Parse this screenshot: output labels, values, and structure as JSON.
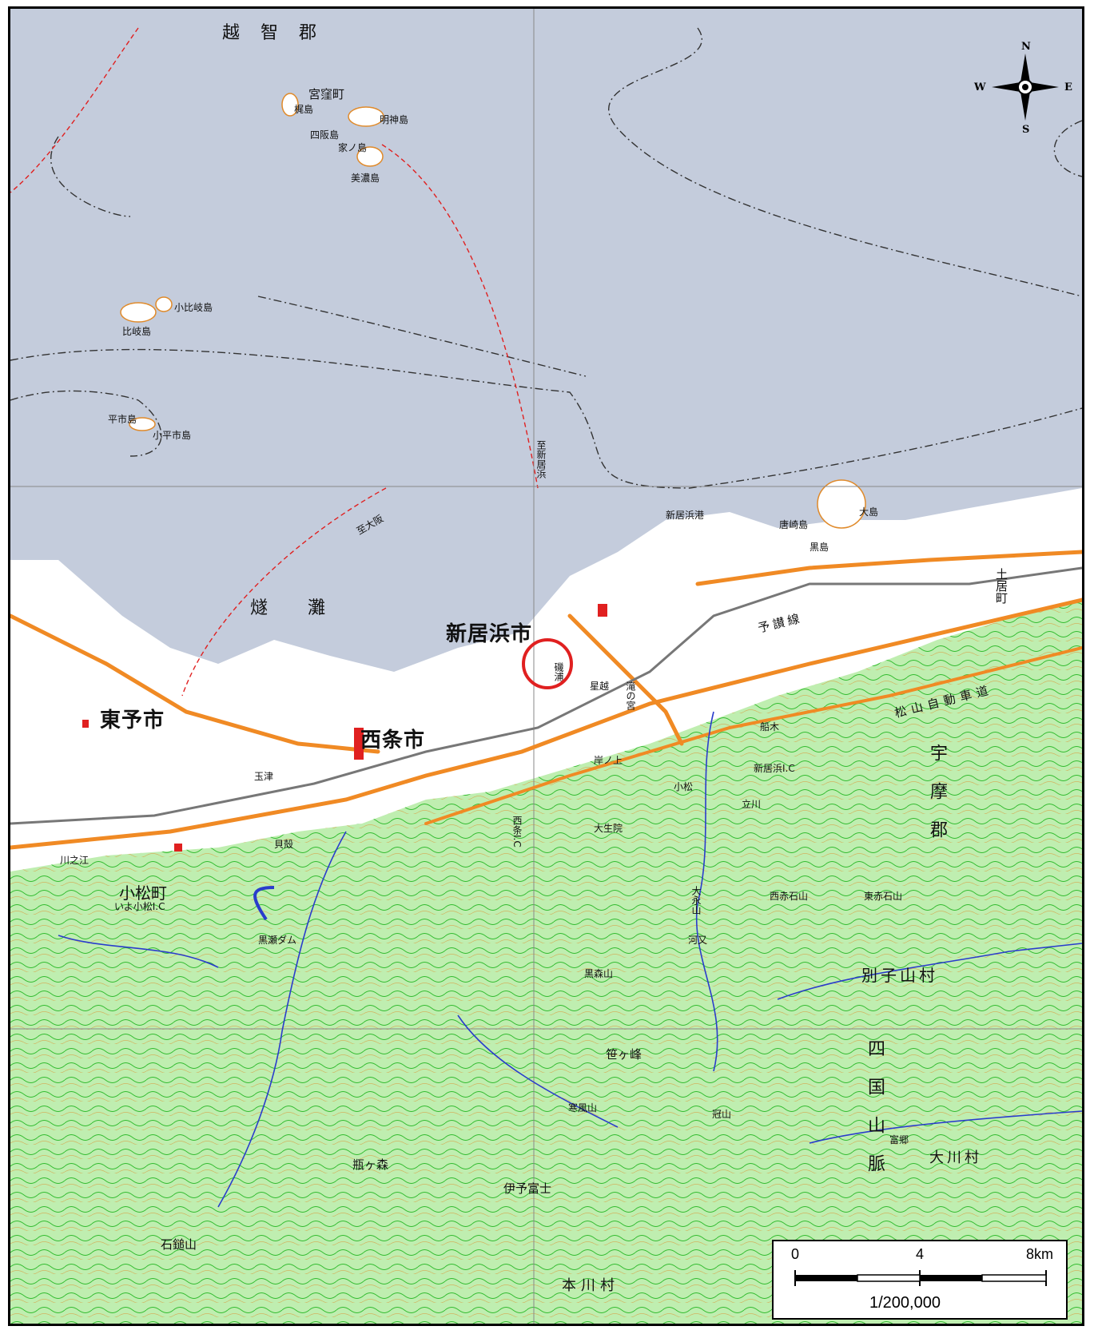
{
  "map": {
    "colors": {
      "sea": "#c4ccdc",
      "land": "#ffffff",
      "mountain": "#bfeeb0",
      "contour": "#19b319",
      "road": "#f08a24",
      "river": "#2a3ccc",
      "railway": "#777777",
      "route": "#e02020",
      "marker": "#e02020"
    },
    "regions": {
      "ochi_gun": "越　智　郡",
      "hiuchi_nada": "燧　　灘",
      "uma_gun": "宇　摩　郡",
      "shikoku_sanmyaku": "四　国　山　脈"
    },
    "cities": {
      "niihama_shi": "新居浜市",
      "saijo_shi": "西条市",
      "toyo_shi": "東予市",
      "komatsu_cho": "小松町",
      "besshiyama_mura": "別子山村",
      "okawa_mura": "大川村",
      "honkawa_mura": "本川村",
      "miyakubo_cho": "宮窪町",
      "doi_cho": "土居町"
    },
    "islands": {
      "shisaka": "四阪島",
      "ieshima": "家ノ島",
      "myojin": "明神島",
      "kaji": "梶島",
      "mino": "美濃島",
      "hirauchi": "比岐島",
      "ko_hiki": "小比岐島",
      "hirai": "平市島",
      "ko_hirai": "小平市島",
      "oshima": "大島",
      "karamuri": "唐崎島",
      "kuro": "黒島"
    },
    "places": {
      "niihama_port": "新居浜港",
      "route_niihama": "至新居浜",
      "route_osaka": "至大阪",
      "ishizuchi": "石鎚山",
      "kamegamori": "瓶ヶ森",
      "iyo_fuji": "伊予富士",
      "higashi_akaishi": "東赤石山",
      "nishi_akaishi": "西赤石山",
      "kanpuzan": "寒風山",
      "sasagamine": "笹ヶ峰",
      "kanmuriyama": "冠山",
      "ohirayama": "大永山",
      "kurosegawa": "黒瀬ダム",
      "hoshigoe": "星越",
      "isoura": "磯浦",
      "funaki": "船木",
      "kawanoe": "川之江",
      "tachikawa": "立川",
      "saijo_ic": "西条I.C",
      "niihama_ic": "新居浜I.C",
      "iyo_komatsu_ic": "いよ小松I.C",
      "matsuyama_expwy": "松山自動車道",
      "yosan_line": "予讃線",
      "kurosemori": "黒森山",
      "tomisato": "富郷",
      "kawamata": "河又",
      "takimiya": "滝の宮",
      "tamatsu": "玉津",
      "kodomari": "小松",
      "ojoin": "大生院",
      "kishi": "岸ノ上",
      "kaigara": "貝殻"
    },
    "compass": {
      "n": "N",
      "s": "S",
      "e": "E",
      "w": "W"
    },
    "scale": {
      "ticks": [
        "0",
        "4",
        "8km"
      ],
      "ratio": "1/200,000"
    }
  }
}
